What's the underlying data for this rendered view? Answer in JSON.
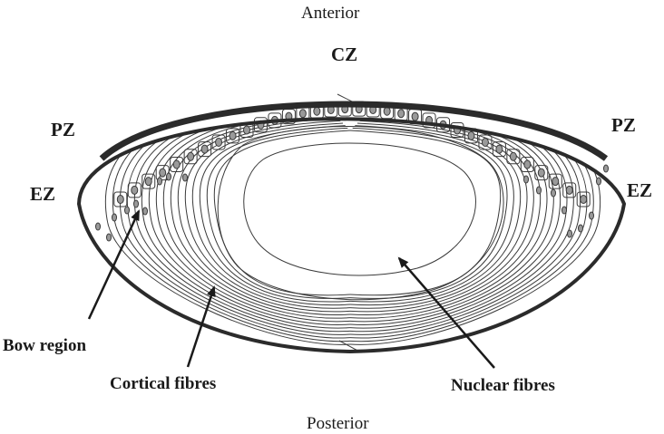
{
  "labels": {
    "anterior": "Anterior",
    "posterior": "Posterior",
    "cz": "CZ",
    "pz_left": "PZ",
    "pz_right": "PZ",
    "ez_left": "EZ",
    "ez_right": "EZ",
    "bow_region": "Bow region",
    "cortical_fibres": "Cortical fibres",
    "nuclear_fibres": "Nuclear fibres"
  },
  "colors": {
    "capsule": "#2b2b2b",
    "lines": "#3a3a3a",
    "nuclei_fill": "#9a9a9a",
    "text": "#1a1a1a"
  }
}
